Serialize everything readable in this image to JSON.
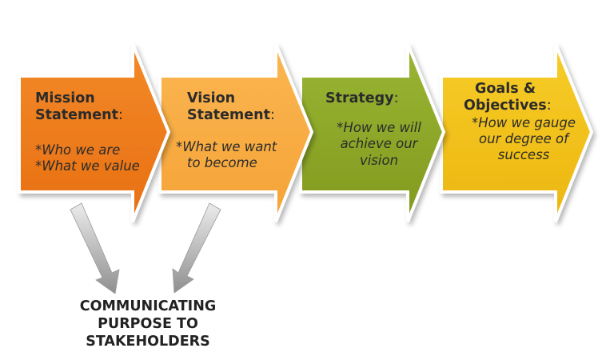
{
  "colors": {
    "mission": "#f07d1e",
    "vision": "#f8ae45",
    "strategy": "#8fa82a",
    "goals": "#f2c21a",
    "connector": "#b0b0b0"
  },
  "stages": [
    {
      "title": "Mission Statement",
      "title_lines": [
        "Mission",
        "Statement"
      ],
      "colon": ":",
      "body_lines": [
        "*Who we are",
        "*What we value"
      ]
    },
    {
      "title": "Vision Statement",
      "title_lines": [
        "Vision",
        "Statement"
      ],
      "colon": ":",
      "body_lines": [
        "*What we want",
        "to become"
      ]
    },
    {
      "title": "Strategy",
      "title_lines": [
        "Strategy"
      ],
      "colon": ":",
      "body_lines": [
        "*How we will",
        "achieve our",
        "vision"
      ]
    },
    {
      "title": "Goals & Objectives",
      "title_lines": [
        "Goals &",
        "Objectives"
      ],
      "colon": ":",
      "body_lines": [
        "*How we gauge",
        "our degree of",
        "success"
      ]
    }
  ],
  "stakeholders_lines": [
    "COMMUNICATING",
    "PURPOSE TO",
    "STAKEHOLDERS"
  ]
}
